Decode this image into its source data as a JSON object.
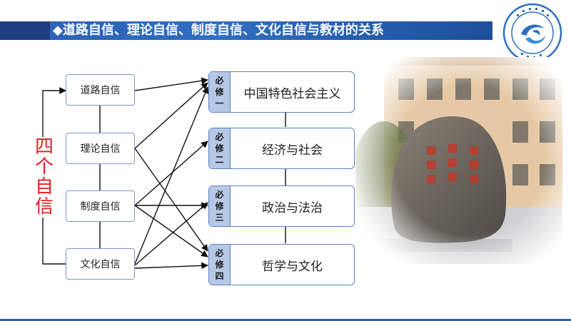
{
  "header": {
    "title": "◆道路自信、理论自信、制度自信、文化自信与教材的关系"
  },
  "left_group": {
    "label": "四\n个\n自\n信"
  },
  "confidences": [
    {
      "label": "道路自信"
    },
    {
      "label": "理论自信"
    },
    {
      "label": "制度自信"
    },
    {
      "label": "文化自信"
    }
  ],
  "courses": [
    {
      "tag": "必\n修\n一",
      "title": "中国特色社会主义"
    },
    {
      "tag": "必\n修\n二",
      "title": "经济与社会"
    },
    {
      "tag": "必\n修\n三",
      "title": "政治与法治"
    },
    {
      "tag": "必\n修\n四",
      "title": "哲学与文化"
    }
  ],
  "colors": {
    "header_blue": "#2b5fb4",
    "node_border": "#7a98c8",
    "course_tag_fill": "#b6c8e6",
    "red_label": "#e31d1d"
  },
  "icons": [
    "school-logo-icon",
    "campus-stone-photo"
  ]
}
